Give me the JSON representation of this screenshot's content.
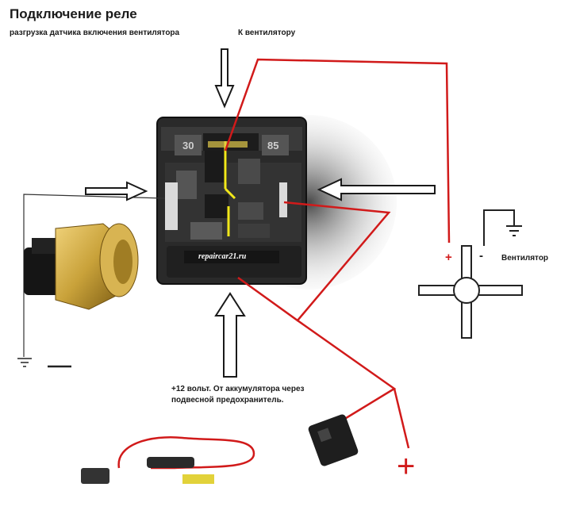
{
  "title": "Подключение реле",
  "subtitle": "разгрузка датчика включения вентилятора",
  "to_fan_label": "К вентилятору",
  "fan_label": "Вентилятор",
  "fan_plus": "+",
  "fan_minus": "-",
  "battery_note": "+12 вольт. От аккумулятора через подвесной предохранитель.",
  "battery_plus": "+",
  "relay": {
    "watermark": "repaircar21.ru",
    "pin_30": "30",
    "pin_85": "85"
  },
  "colors": {
    "wire": "#d11a1a",
    "relay_contact": "#f2e81a",
    "sensor_brass": "#c9a23a",
    "arrow_outline": "#1a1a1a"
  },
  "icons": [
    "ground-icon",
    "fan-icon",
    "arrow-icon",
    "relay-icon",
    "temperature-sensor-icon",
    "fuse-holder-icon",
    "connector-icon"
  ]
}
